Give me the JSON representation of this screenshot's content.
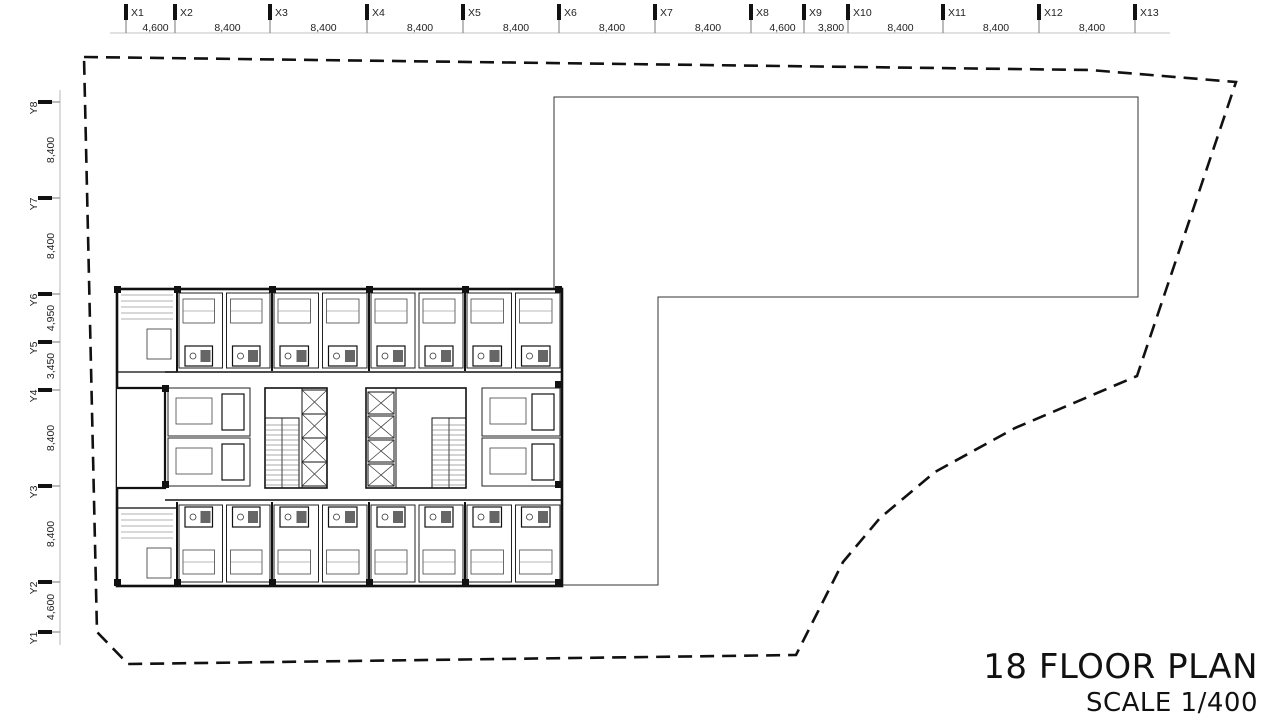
{
  "title": "18 FLOOR PLAN",
  "scale": "SCALE 1/400",
  "grid_x": {
    "labels": [
      "X1",
      "X2",
      "X3",
      "X4",
      "X5",
      "X6",
      "X7",
      "X8",
      "X9",
      "X10",
      "X11",
      "X12",
      "X13"
    ],
    "spacings": [
      "4,600",
      "8,400",
      "8,400",
      "8,400",
      "8,400",
      "8,400",
      "8,400",
      "4,600",
      "3,800",
      "8,400",
      "8,400",
      "8,400"
    ]
  },
  "grid_y": {
    "labels": [
      "Y8",
      "Y7",
      "Y6",
      "Y5",
      "Y4",
      "Y3",
      "Y2",
      "Y1"
    ],
    "spacings": [
      "8,400",
      "8,400",
      "4,950",
      "3,450",
      "8,400",
      "8,400",
      "4,600"
    ]
  }
}
